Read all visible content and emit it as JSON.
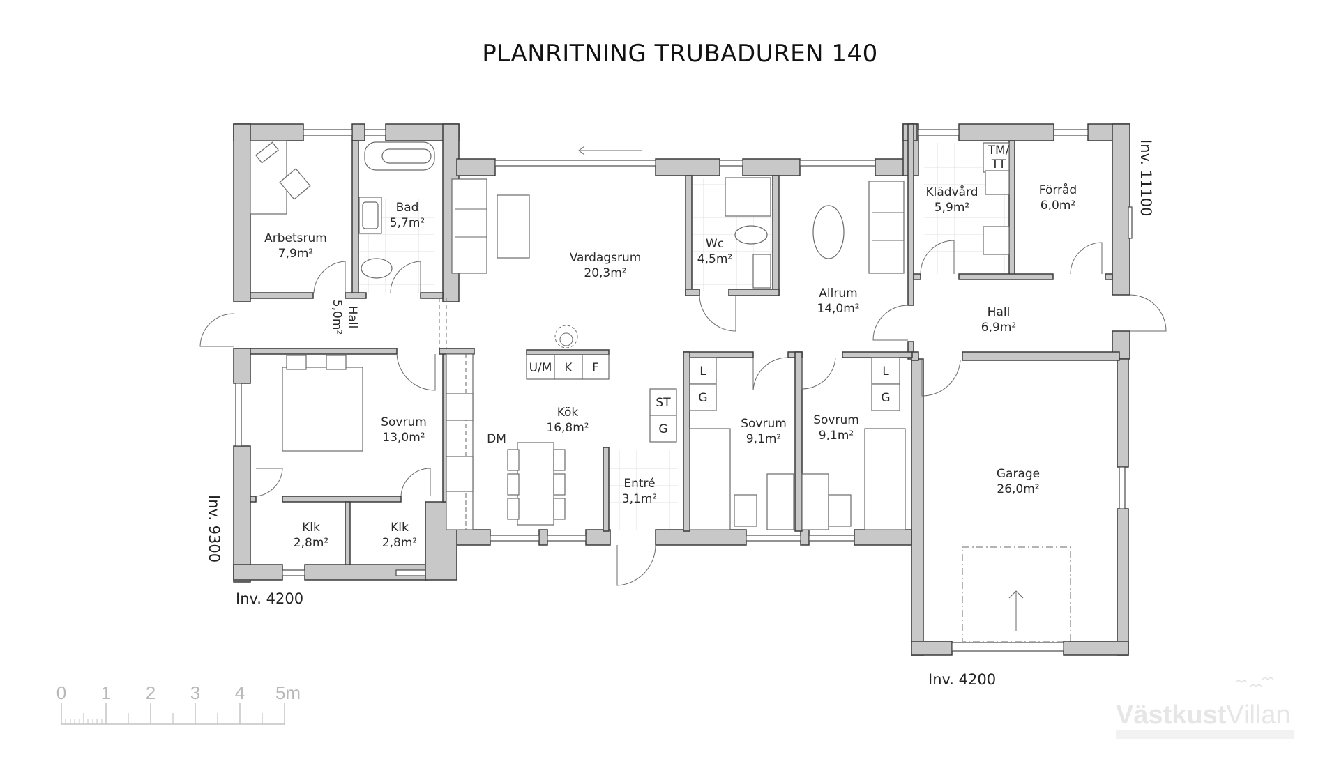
{
  "title": "PLANRITNING TRUBADUREN 140",
  "rooms": [
    {
      "id": "arbetsrum",
      "name": "Arbetsrum",
      "area": "7,9m²"
    },
    {
      "id": "bad",
      "name": "Bad",
      "area": "5,7m²"
    },
    {
      "id": "vardagsrum",
      "name": "Vardagsrum",
      "area": "20,3m²"
    },
    {
      "id": "wc",
      "name": "Wc",
      "area": "4,5m²"
    },
    {
      "id": "allrum",
      "name": "Allrum",
      "area": "14,0m²"
    },
    {
      "id": "kladvard",
      "name": "Klädvård",
      "area": "5,9m²"
    },
    {
      "id": "forrad",
      "name": "Förråd",
      "area": "6,0m²"
    },
    {
      "id": "hall_left",
      "name": "Hall",
      "area": "5,0m²"
    },
    {
      "id": "hall_right",
      "name": "Hall",
      "area": "6,9m²"
    },
    {
      "id": "sovrum_master",
      "name": "Sovrum",
      "area": "13,0m²"
    },
    {
      "id": "kok",
      "name": "Kök",
      "area": "16,8m²"
    },
    {
      "id": "entre",
      "name": "Entré",
      "area": "3,1m²"
    },
    {
      "id": "sovrum_2",
      "name": "Sovrum",
      "area": "9,1m²"
    },
    {
      "id": "sovrum_3",
      "name": "Sovrum",
      "area": "9,1m²"
    },
    {
      "id": "garage",
      "name": "Garage",
      "area": "26,0m²"
    },
    {
      "id": "klk_1",
      "name": "Klk",
      "area": "2,8m²"
    },
    {
      "id": "klk_2",
      "name": "Klk",
      "area": "2,8m²"
    }
  ],
  "fixtures": {
    "tm_tt_line1": "TM/",
    "tm_tt_line2": "TT",
    "dm": "DM",
    "um": "U/M",
    "k": "K",
    "f": "F",
    "st": "ST",
    "g_entre": "G",
    "l_sovrum2": "L",
    "g_sovrum2": "G",
    "l_sovrum3": "L",
    "g_sovrum3": "G"
  },
  "dimensions": {
    "left_vertical": "Inv. 9300",
    "bottom_left": "Inv. 4200",
    "right_vertical": "Inv. 11100",
    "bottom_right": "Inv. 4200"
  },
  "scale_bar": {
    "labels": [
      "0",
      "1",
      "2",
      "3",
      "4",
      "5m"
    ]
  },
  "logo": {
    "bold": "Västkust",
    "thin": "Villan"
  }
}
